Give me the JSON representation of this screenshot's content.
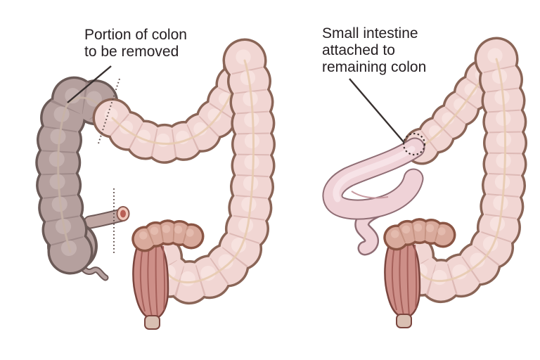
{
  "labels": {
    "left": {
      "lines": [
        "Portion of colon",
        "to be removed"
      ]
    },
    "right": {
      "lines": [
        "Small intestine",
        "attached to",
        "remaining colon"
      ]
    }
  },
  "colors": {
    "background": "#ffffff",
    "label_text": "#262023",
    "leader_line": "#38302f",
    "healthy_colon_fill": "#f1d6d3",
    "healthy_colon_outline": "#8a6557",
    "removed_portion_fill": "#b5a09e",
    "removed_portion_outline": "#6b5a57",
    "rectum_fill": "#cd8f88",
    "small_intestine_fill": "#efd2d7",
    "cut_line": "#63524f",
    "stitches": "#3d2f2c",
    "ileum_cut_end": "#b85f55"
  }
}
